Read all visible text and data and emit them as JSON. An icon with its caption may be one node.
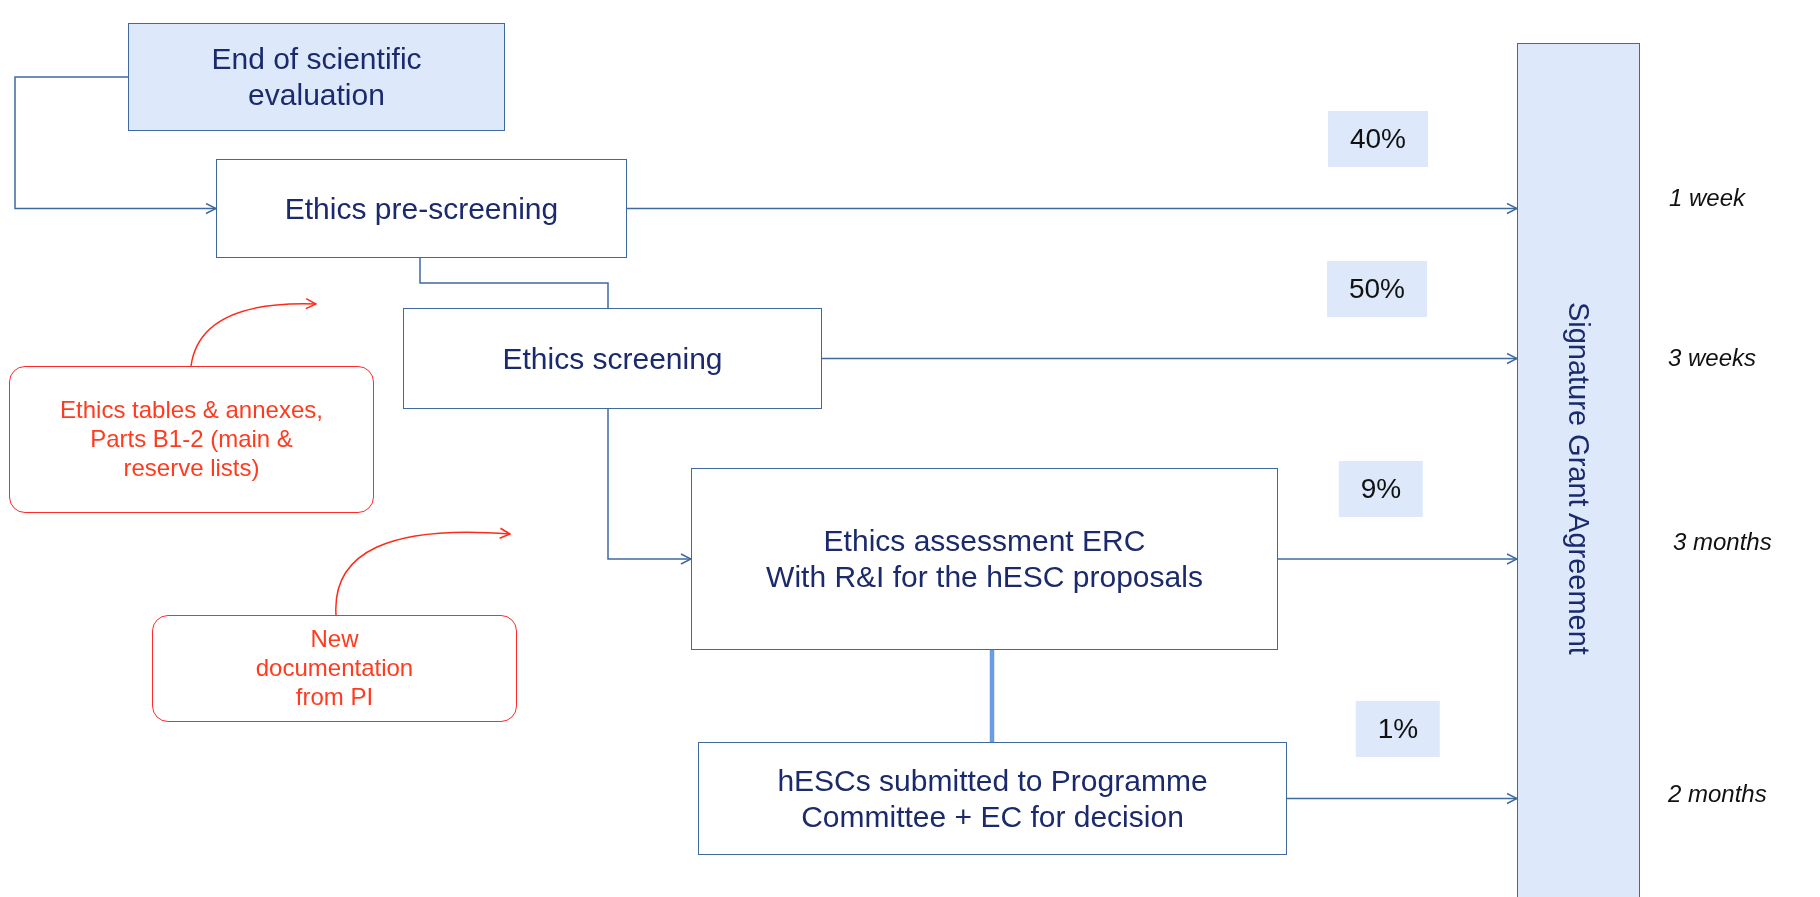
{
  "diagram": {
    "nodes": [
      {
        "text": [
          "End of scientific evaluation"
        ]
      },
      {
        "text": [
          "Ethics pre-screening"
        ]
      },
      {
        "text": [
          "Ethics screening"
        ]
      },
      {
        "text": [
          "Ethics assessment ERC",
          "With R&I for the hESC proposals"
        ]
      },
      {
        "text": [
          "hESCs submitted to Programme Committee + EC for decision"
        ]
      },
      {
        "text": [
          "Signature Grant Agreement"
        ]
      },
      {
        "text": [
          "Ethics tables & annexes, Parts B1-2 (main & reserve lists)"
        ]
      },
      {
        "text": [
          "New documentation from PI"
        ]
      }
    ],
    "edges": [
      {
        "from": 0,
        "to": 1,
        "arrow": "to"
      },
      {
        "from": 1,
        "to": 2,
        "arrow": "none"
      },
      {
        "from": 2,
        "to": 3,
        "arrow": "to"
      },
      {
        "from": 3,
        "to": 4,
        "arrow": "none",
        "style": "thick",
        "color": "#6a9be6"
      },
      {
        "from": 1,
        "to": 5,
        "arrow": "to",
        "label": "40%"
      },
      {
        "from": 2,
        "to": 5,
        "arrow": "to",
        "label": "50%"
      },
      {
        "from": 3,
        "to": 5,
        "arrow": "to",
        "label": "9%"
      },
      {
        "from": 4,
        "to": 5,
        "arrow": "to",
        "label": "1%"
      },
      {
        "from": 6,
        "to": null,
        "arrow": "to",
        "color": "#ff2a1a"
      },
      {
        "from": 7,
        "to": null,
        "arrow": "to",
        "color": "#ff2a1a"
      }
    ],
    "labels": [
      "1 week",
      "3 weeks",
      "3 months",
      "2 months"
    ]
  }
}
